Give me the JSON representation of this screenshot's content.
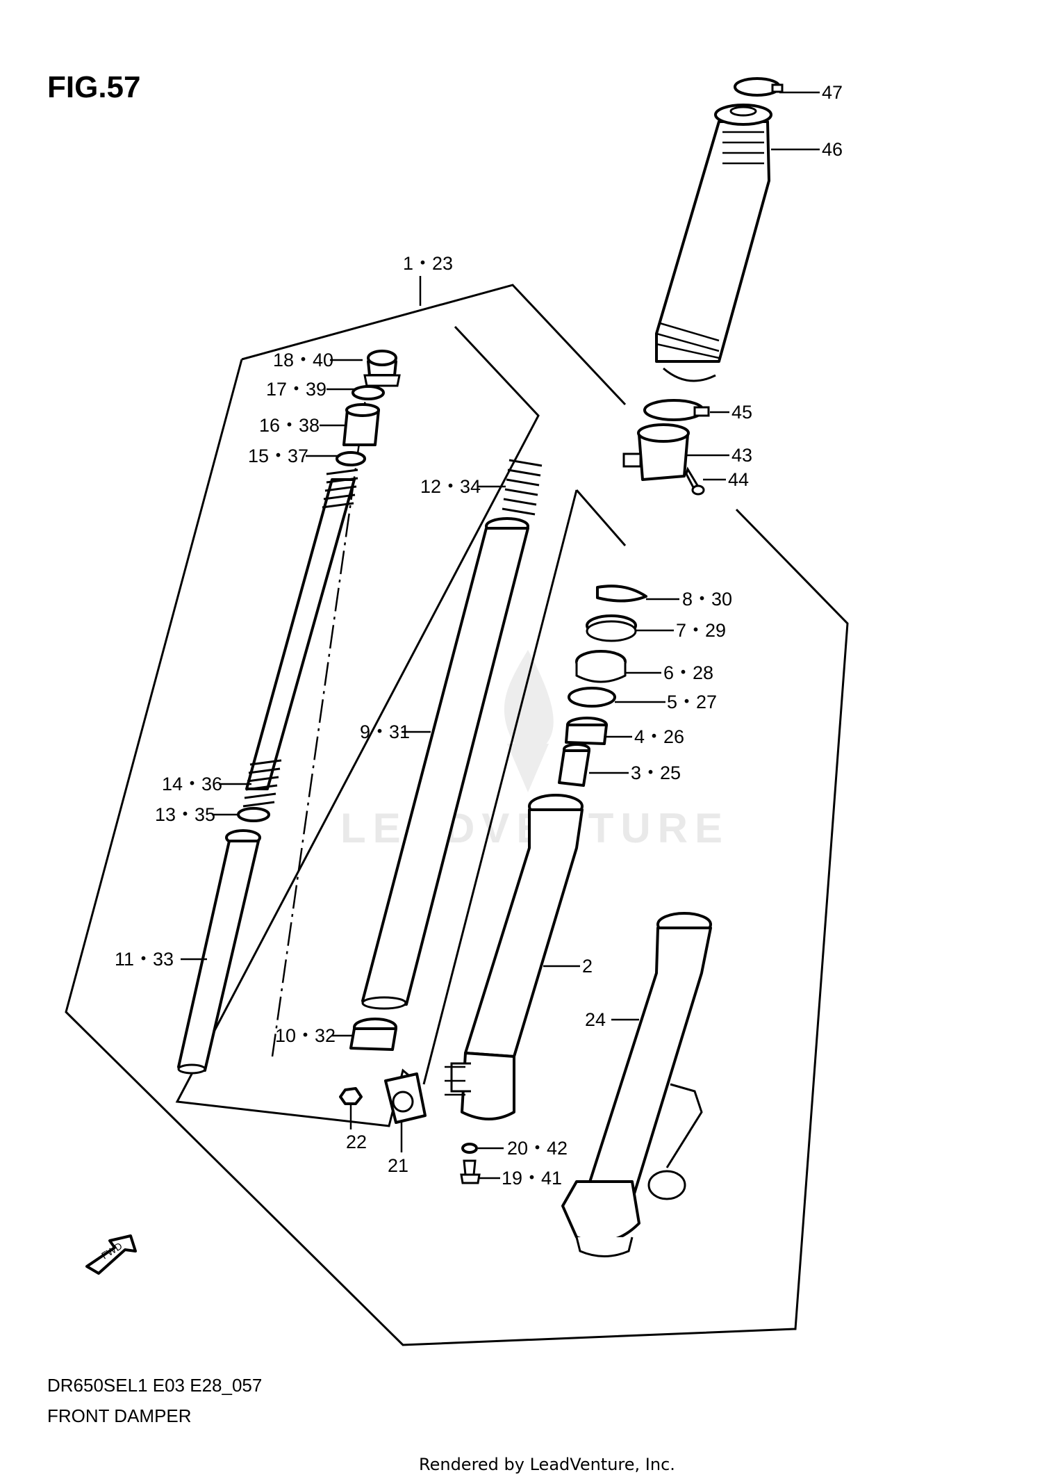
{
  "figure": {
    "title": "FIG.57"
  },
  "watermark": {
    "text": "LEADVENTURE"
  },
  "fwd_arrow": {
    "label": "FWD"
  },
  "callouts": {
    "p47": "47",
    "p46": "46",
    "p1_23": "1・23",
    "p18_40": "18・40",
    "p17_39": "17・39",
    "p16_38": "16・38",
    "p15_37": "15・37",
    "p12_34": "12・34",
    "p45": "45",
    "p43": "43",
    "p44": "44",
    "p8_30": "8・30",
    "p7_29": "7・29",
    "p6_28": "6・28",
    "p5_27": "5・27",
    "p4_26": "4・26",
    "p3_25": "3・25",
    "p9_31": "9・31",
    "p14_36": "14・36",
    "p13_35": "13・35",
    "p11_33": "11・33",
    "p2": "2",
    "p24": "24",
    "p10_32": "10・32",
    "p22": "22",
    "p21": "21",
    "p20_42": "20・42",
    "p19_41": "19・41"
  },
  "footer": {
    "model_code": "DR650SEL1 E03 E28_057",
    "section_name": "FRONT DAMPER",
    "render_credit": "Rendered by LeadVenture, Inc."
  }
}
